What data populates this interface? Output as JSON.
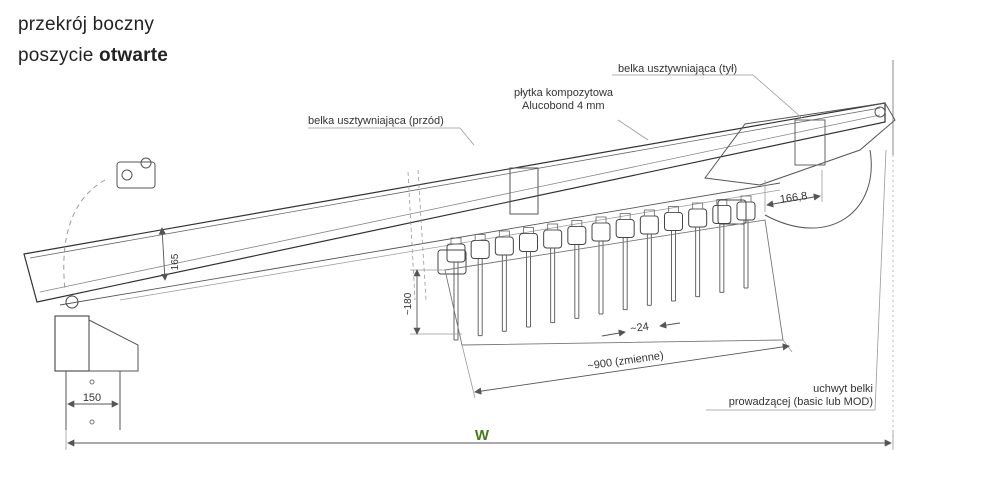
{
  "title": {
    "line1": "przekrój boczny",
    "line2_prefix": "poszycie ",
    "line2_bold": "otwarte"
  },
  "labels": {
    "rear_beam": "belka usztywniająca (tył)",
    "composite_plate_line1": "płytka kompozytowa",
    "composite_plate_line2": "Alucobond 4 mm",
    "front_beam": "belka usztywniająca (przód)",
    "rail_holder_line1": "uchwyt belki",
    "rail_holder_line2": "prowadzącej (basic lub MOD)"
  },
  "dimensions": {
    "height_165": "165",
    "drop_180": "~180",
    "rear_166": "166,8",
    "pitch_24": "~24",
    "span_900": "~900 (zmienne)",
    "base_150": "150",
    "width_w": "W"
  },
  "colors": {
    "line": "#333333",
    "light_line": "#888888",
    "accent_w": "#4a7a1e"
  }
}
